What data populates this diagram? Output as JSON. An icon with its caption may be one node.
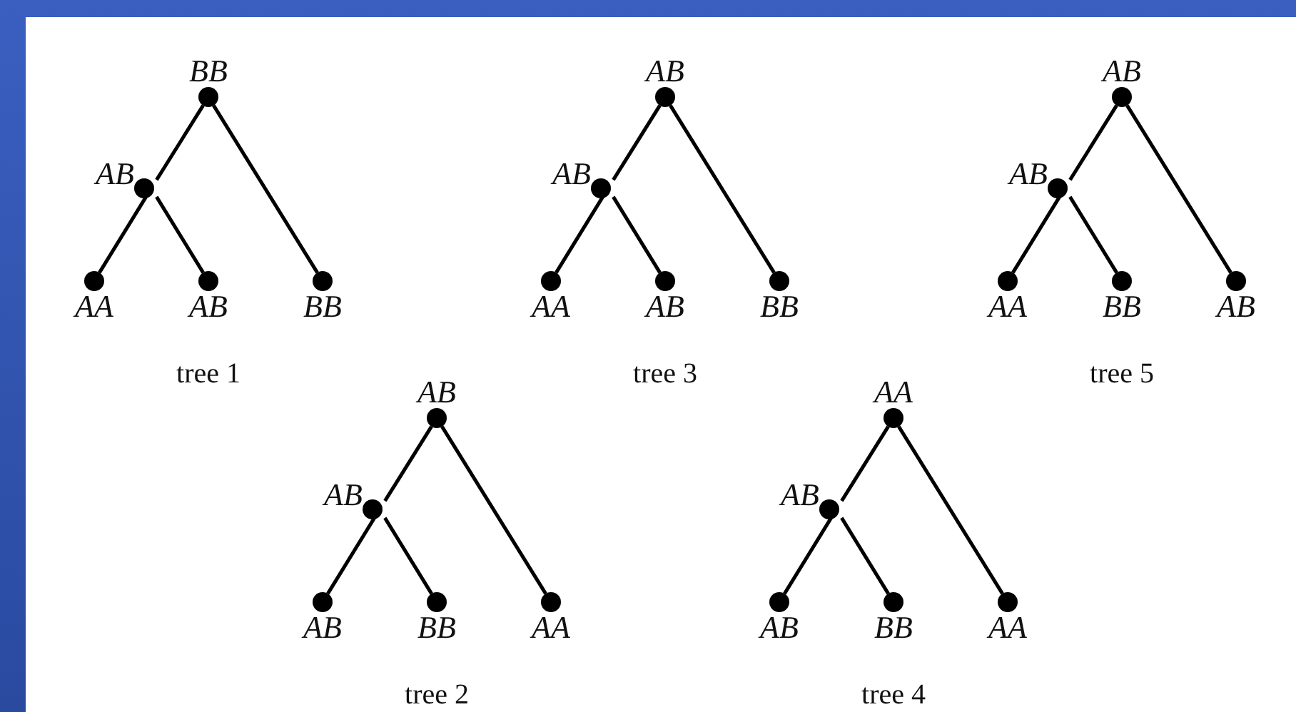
{
  "diagram": {
    "nodes": [
      {
        "text": [
          "BB"
        ]
      },
      {
        "text": [
          "AB"
        ]
      },
      {
        "text": [
          "AA"
        ]
      },
      {
        "text": [
          "AB"
        ]
      },
      {
        "text": [
          "BB"
        ]
      },
      {
        "text": [
          "AB"
        ]
      },
      {
        "text": [
          "AB"
        ]
      },
      {
        "text": [
          "AA"
        ]
      },
      {
        "text": [
          "AB"
        ]
      },
      {
        "text": [
          "BB"
        ]
      },
      {
        "text": [
          "AB"
        ]
      },
      {
        "text": [
          "AB"
        ]
      },
      {
        "text": [
          "AA"
        ]
      },
      {
        "text": [
          "BB"
        ]
      },
      {
        "text": [
          "AB"
        ]
      },
      {
        "text": [
          "AB"
        ]
      },
      {
        "text": [
          "AB"
        ]
      },
      {
        "text": [
          "AB"
        ]
      },
      {
        "text": [
          "BB"
        ]
      },
      {
        "text": [
          "AA"
        ]
      },
      {
        "text": [
          "AA"
        ]
      },
      {
        "text": [
          "AB"
        ]
      },
      {
        "text": [
          "AB"
        ]
      },
      {
        "text": [
          "BB"
        ]
      },
      {
        "text": [
          "AA"
        ]
      }
    ],
    "edges": [
      {
        "from": 0,
        "to": 1,
        "arrow": "none"
      },
      {
        "from": 1,
        "to": 2,
        "arrow": "none"
      },
      {
        "from": 1,
        "to": 3,
        "arrow": "none"
      },
      {
        "from": 0,
        "to": 4,
        "arrow": "none"
      },
      {
        "from": 5,
        "to": 6,
        "arrow": "none"
      },
      {
        "from": 6,
        "to": 7,
        "arrow": "none"
      },
      {
        "from": 6,
        "to": 8,
        "arrow": "none"
      },
      {
        "from": 5,
        "to": 9,
        "arrow": "none"
      },
      {
        "from": 10,
        "to": 11,
        "arrow": "none"
      },
      {
        "from": 11,
        "to": 12,
        "arrow": "none"
      },
      {
        "from": 11,
        "to": 13,
        "arrow": "none"
      },
      {
        "from": 10,
        "to": 14,
        "arrow": "none"
      },
      {
        "from": 15,
        "to": 16,
        "arrow": "none"
      },
      {
        "from": 16,
        "to": 17,
        "arrow": "none"
      },
      {
        "from": 16,
        "to": 18,
        "arrow": "none"
      },
      {
        "from": 15,
        "to": 19,
        "arrow": "none"
      },
      {
        "from": 20,
        "to": 21,
        "arrow": "none"
      },
      {
        "from": 21,
        "to": 22,
        "arrow": "none"
      },
      {
        "from": 21,
        "to": 23,
        "arrow": "none"
      },
      {
        "from": 20,
        "to": 24,
        "arrow": "none"
      }
    ],
    "labels": [
      "tree 1",
      "tree 3",
      "tree 5",
      "tree 2",
      "tree 4"
    ]
  }
}
